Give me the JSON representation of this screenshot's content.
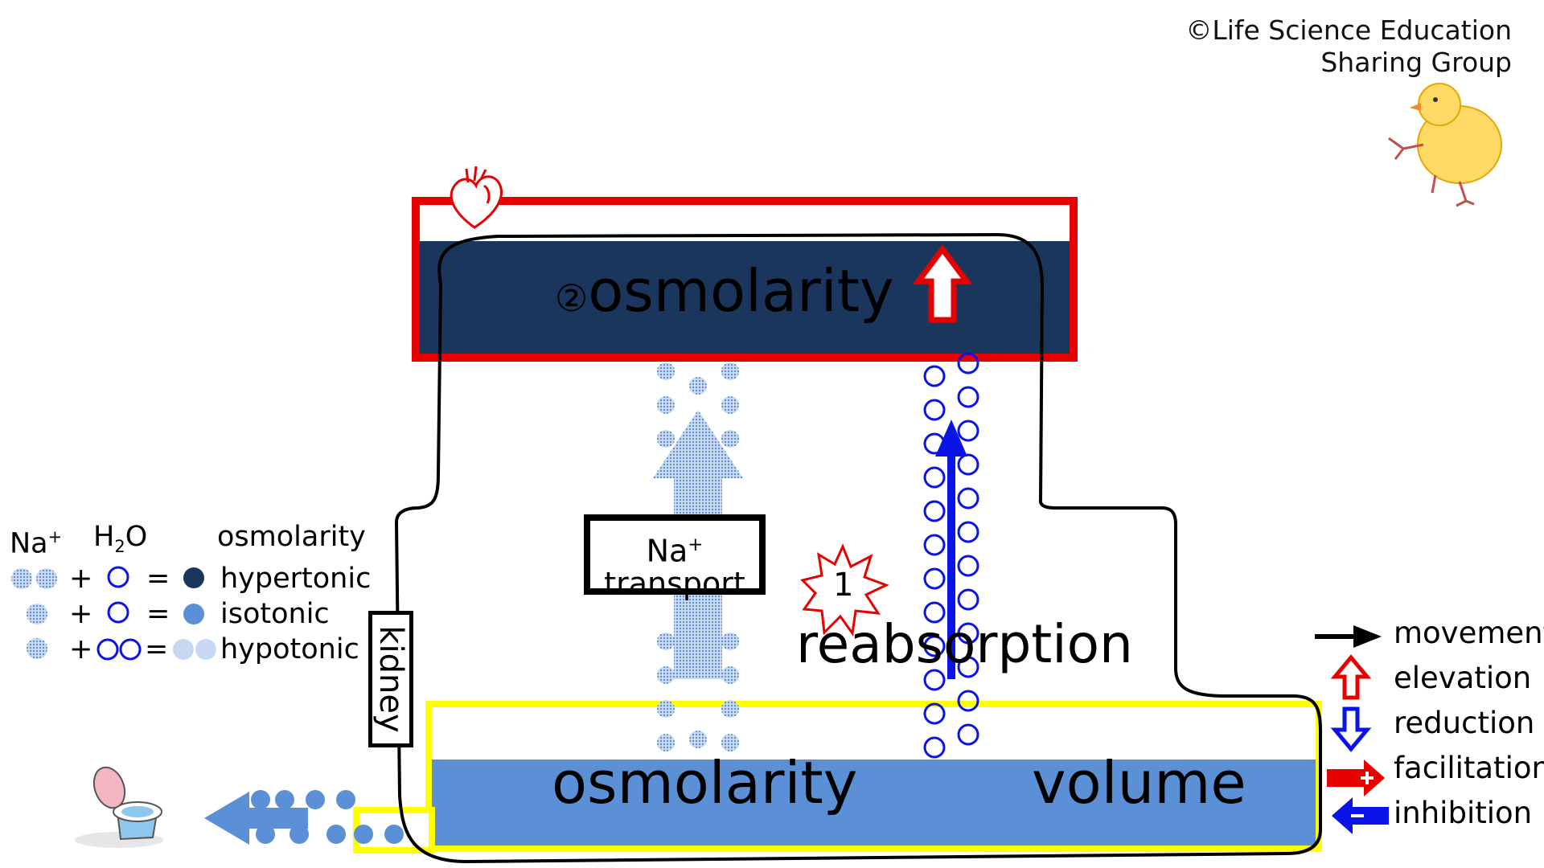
{
  "credit": {
    "line1": "©Life Science Education",
    "line2": "Sharing Group"
  },
  "compartments": {
    "blood": {
      "label": "osmolarity",
      "marker": "②",
      "change": "elevation",
      "border_color": "#e60000",
      "fill_color": "#1b365d"
    },
    "urine_tubule": {
      "osmolarity_label": "osmolarity",
      "volume_label": "volume",
      "border_color": "#ffff00",
      "fill_color": "#5b8fd6"
    }
  },
  "kidney": {
    "label": "kidney"
  },
  "transport": {
    "na_symbol": "Na",
    "na_charge": "+",
    "transport_word": "transport"
  },
  "reabsorption": {
    "marker": "1",
    "label": "reabsorption"
  },
  "legend_solutes": {
    "headers": {
      "na_symbol": "Na",
      "na_charge": "+",
      "h2o_h": "H",
      "h2o_sub": "2",
      "h2o_o": "O",
      "osmolarity": "osmolarity"
    },
    "rows": [
      {
        "plus": "+",
        "equals": "=",
        "result": "hypertonic",
        "na_count": 2,
        "h2o_count": 1
      },
      {
        "plus": "+",
        "equals": "=",
        "result": "isotonic",
        "na_count": 1,
        "h2o_count": 1
      },
      {
        "plus": "+",
        "equals": "=",
        "result": "hypotonic",
        "na_count": 1,
        "h2o_count": 2
      }
    ],
    "colors": {
      "hypertonic": "#1b365d",
      "isotonic": "#5b8fd6",
      "hypotonic": "#c7d9f1"
    }
  },
  "legend_arrows": {
    "movement": "movement",
    "elevation": "elevation",
    "reduction": "reduction",
    "facilitation": "facilitation",
    "inhibition": "inhibition"
  },
  "icons": {
    "heart": "heart-icon",
    "toilet": "toilet-icon",
    "chick": "chick-icon"
  }
}
